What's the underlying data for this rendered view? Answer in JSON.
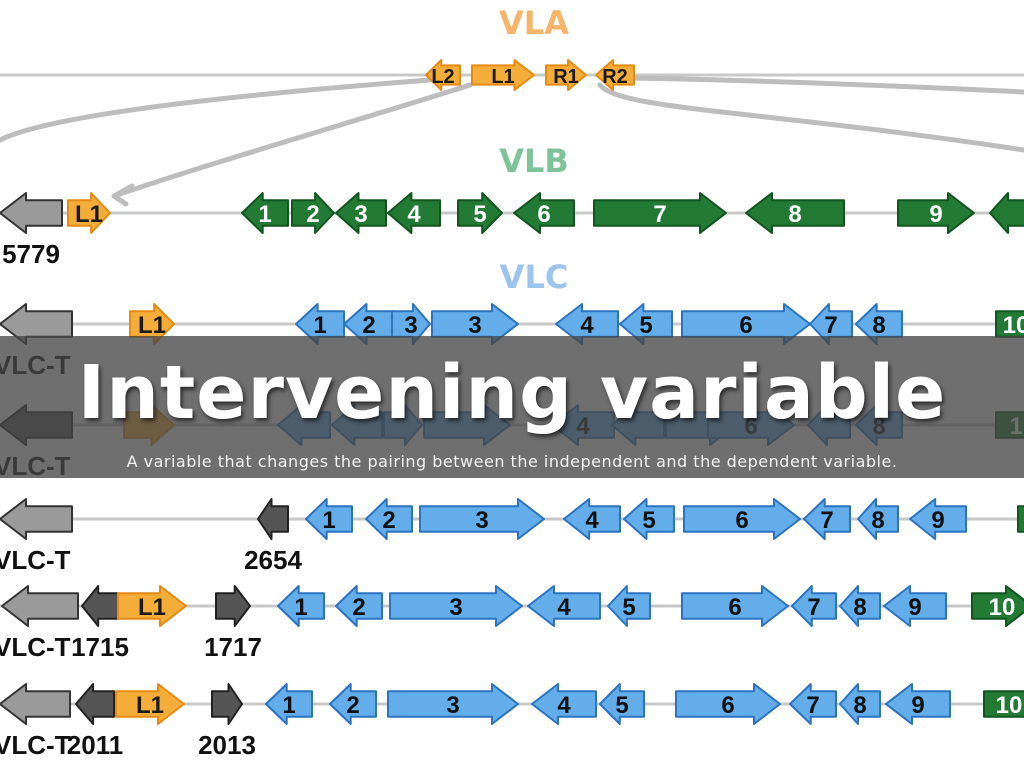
{
  "banner": {
    "title": "Intervening variable",
    "subtitle": "A variable that changes the pairing between the independent and the dependent variable."
  },
  "colors": {
    "orange": "#f5ad3a",
    "orange_border": "#e58a12",
    "green": "#227a35",
    "green_border": "#11551f",
    "blue": "#63aeea",
    "blue_border": "#2b73c0",
    "gray": "#9a9a9a",
    "dark_gray": "#555555",
    "line": "#c8c8c8",
    "vla_title": "#f6b56a",
    "vlb_title": "#7ec39a",
    "vlc_title": "#9dc4ec"
  },
  "section_labels": {
    "vla": "VLA",
    "vlb": "VLB",
    "vlc": "VLC"
  },
  "rows": [
    {
      "id": "vla",
      "genes": [
        {
          "label": "L2",
          "color": "orange",
          "dir": "left"
        },
        {
          "label": "L1",
          "color": "orange",
          "dir": "right"
        },
        {
          "label": "R1",
          "color": "orange",
          "dir": "right"
        },
        {
          "label": "R2",
          "color": "orange",
          "dir": "left"
        }
      ]
    },
    {
      "id": "vlb",
      "genes": [
        {
          "label": "",
          "color": "gray",
          "dir": "left",
          "caption": "5779"
        },
        {
          "label": "L1",
          "color": "orange",
          "dir": "right"
        },
        {
          "label": "1",
          "color": "green",
          "dir": "left"
        },
        {
          "label": "2",
          "color": "green",
          "dir": "right"
        },
        {
          "label": "3",
          "color": "green",
          "dir": "left"
        },
        {
          "label": "4",
          "color": "green",
          "dir": "left"
        },
        {
          "label": "5",
          "color": "green",
          "dir": "right"
        },
        {
          "label": "6",
          "color": "green",
          "dir": "left"
        },
        {
          "label": "7",
          "color": "green",
          "dir": "right"
        },
        {
          "label": "8",
          "color": "green",
          "dir": "left"
        },
        {
          "label": "9",
          "color": "green",
          "dir": "right"
        },
        {
          "label": "",
          "color": "green",
          "dir": "left"
        }
      ]
    },
    {
      "id": "vlc1",
      "genes": [
        {
          "label": "",
          "color": "gray",
          "dir": "left"
        },
        {
          "label": "L1",
          "color": "orange",
          "dir": "right"
        },
        {
          "label": "1",
          "color": "blue",
          "dir": "left"
        },
        {
          "label": "2",
          "color": "blue",
          "dir": "left"
        },
        {
          "label": "3",
          "color": "blue",
          "dir": "right"
        },
        {
          "label": "3",
          "color": "blue",
          "dir": "right"
        },
        {
          "label": "4",
          "color": "blue",
          "dir": "left"
        },
        {
          "label": "5",
          "color": "blue",
          "dir": "left"
        },
        {
          "label": "6",
          "color": "blue",
          "dir": "right"
        },
        {
          "label": "7",
          "color": "blue",
          "dir": "left"
        },
        {
          "label": "8",
          "color": "blue",
          "dir": "left"
        },
        {
          "label": "10",
          "color": "green",
          "dir": "none"
        }
      ]
    },
    {
      "id": "vlc2",
      "genes": [
        {
          "label": "",
          "color": "dark_gray",
          "dir": "left"
        },
        {
          "label": "",
          "color": "orange",
          "dir": "right"
        },
        {
          "label": "",
          "color": "blue",
          "dir": "left"
        },
        {
          "label": "",
          "color": "blue",
          "dir": "left"
        },
        {
          "label": "",
          "color": "blue",
          "dir": "right"
        },
        {
          "label": "",
          "color": "blue",
          "dir": "right"
        },
        {
          "label": "4",
          "color": "blue",
          "dir": "left"
        },
        {
          "label": "",
          "color": "blue",
          "dir": "left"
        },
        {
          "label": "",
          "color": "blue",
          "dir": "right"
        },
        {
          "label": "6",
          "color": "blue",
          "dir": "right"
        },
        {
          "label": "",
          "color": "blue",
          "dir": "left"
        },
        {
          "label": "8",
          "color": "blue",
          "dir": "left"
        },
        {
          "label": "1",
          "color": "green",
          "dir": "none"
        }
      ]
    },
    {
      "id": "vlc3",
      "genes": [
        {
          "label": "",
          "color": "gray",
          "dir": "left"
        },
        {
          "label": "",
          "color": "dark_gray",
          "dir": "left",
          "caption": "2654"
        },
        {
          "label": "1",
          "color": "blue",
          "dir": "left"
        },
        {
          "label": "2",
          "color": "blue",
          "dir": "left"
        },
        {
          "label": "3",
          "color": "blue",
          "dir": "right"
        },
        {
          "label": "4",
          "color": "blue",
          "dir": "left"
        },
        {
          "label": "5",
          "color": "blue",
          "dir": "left"
        },
        {
          "label": "6",
          "color": "blue",
          "dir": "right"
        },
        {
          "label": "7",
          "color": "blue",
          "dir": "left"
        },
        {
          "label": "8",
          "color": "blue",
          "dir": "left"
        },
        {
          "label": "9",
          "color": "blue",
          "dir": "left"
        },
        {
          "label": "",
          "color": "green",
          "dir": "none"
        }
      ]
    },
    {
      "id": "vlc4",
      "genes": [
        {
          "label": "",
          "color": "gray",
          "dir": "left"
        },
        {
          "label": "",
          "color": "dark_gray",
          "dir": "left",
          "caption": "1715"
        },
        {
          "label": "L1",
          "color": "orange",
          "dir": "right"
        },
        {
          "label": "",
          "color": "dark_gray",
          "dir": "right",
          "caption": "1717"
        },
        {
          "label": "1",
          "color": "blue",
          "dir": "left"
        },
        {
          "label": "2",
          "color": "blue",
          "dir": "left"
        },
        {
          "label": "3",
          "color": "blue",
          "dir": "right"
        },
        {
          "label": "4",
          "color": "blue",
          "dir": "left"
        },
        {
          "label": "5",
          "color": "blue",
          "dir": "left"
        },
        {
          "label": "6",
          "color": "blue",
          "dir": "right"
        },
        {
          "label": "7",
          "color": "blue",
          "dir": "left"
        },
        {
          "label": "8",
          "color": "blue",
          "dir": "left"
        },
        {
          "label": "9",
          "color": "blue",
          "dir": "left"
        },
        {
          "label": "10",
          "color": "green",
          "dir": "right"
        }
      ]
    },
    {
      "id": "vlc5",
      "genes": [
        {
          "label": "",
          "color": "gray",
          "dir": "left"
        },
        {
          "label": "",
          "color": "dark_gray",
          "dir": "left",
          "caption": "2011"
        },
        {
          "label": "L1",
          "color": "orange",
          "dir": "right"
        },
        {
          "label": "",
          "color": "dark_gray",
          "dir": "right",
          "caption": "2013"
        },
        {
          "label": "1",
          "color": "blue",
          "dir": "left"
        },
        {
          "label": "2",
          "color": "blue",
          "dir": "left"
        },
        {
          "label": "3",
          "color": "blue",
          "dir": "right"
        },
        {
          "label": "4",
          "color": "blue",
          "dir": "left"
        },
        {
          "label": "5",
          "color": "blue",
          "dir": "left"
        },
        {
          "label": "6",
          "color": "blue",
          "dir": "right"
        },
        {
          "label": "7",
          "color": "blue",
          "dir": "left"
        },
        {
          "label": "8",
          "color": "blue",
          "dir": "left"
        },
        {
          "label": "9",
          "color": "blue",
          "dir": "left"
        },
        {
          "label": "10",
          "color": "green",
          "dir": "none"
        }
      ]
    }
  ],
  "row_captions": [
    {
      "row": "vlc1",
      "text": "VLC-T"
    },
    {
      "row": "vlc2",
      "text": "VLC-T"
    },
    {
      "row": "vlc3",
      "text": "VLC-T"
    },
    {
      "row": "vlc4",
      "text": "VLC-T"
    },
    {
      "row": "vlc5",
      "text": "VLC-T"
    }
  ]
}
